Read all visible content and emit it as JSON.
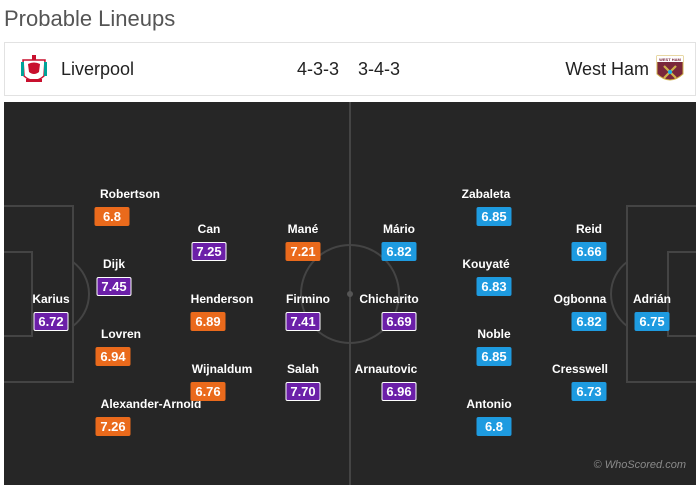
{
  "page": {
    "title": "Probable Lineups"
  },
  "home": {
    "name": "Liverpool",
    "formation": "4-3-3",
    "logo_icon": "liverpool-crest-icon",
    "players": [
      {
        "id": "karius",
        "name": "Karius",
        "rating": "6.72",
        "color": "purple"
      },
      {
        "id": "robertson",
        "name": "Robertson",
        "rating": "6.8",
        "color": "orange"
      },
      {
        "id": "dijk",
        "name": "Dijk",
        "rating": "7.45",
        "color": "purple"
      },
      {
        "id": "lovren",
        "name": "Lovren",
        "rating": "6.94",
        "color": "orange"
      },
      {
        "id": "alexander-arnold",
        "name": "Alexander-Arnold",
        "rating": "7.26",
        "color": "orange"
      },
      {
        "id": "can",
        "name": "Can",
        "rating": "7.25",
        "color": "purple"
      },
      {
        "id": "henderson",
        "name": "Henderson",
        "rating": "6.89",
        "color": "orange"
      },
      {
        "id": "wijnaldum",
        "name": "Wijnaldum",
        "rating": "6.76",
        "color": "orange"
      },
      {
        "id": "mane",
        "name": "Mané",
        "rating": "7.21",
        "color": "orange"
      },
      {
        "id": "firmino",
        "name": "Firmino",
        "rating": "7.41",
        "color": "purple"
      },
      {
        "id": "salah",
        "name": "Salah",
        "rating": "7.70",
        "color": "purple"
      }
    ]
  },
  "away": {
    "name": "West Ham",
    "formation": "3-4-3",
    "logo_icon": "west-ham-crest-icon",
    "logo_text": "WEST HAM",
    "players": [
      {
        "id": "adrian",
        "name": "Adrián",
        "rating": "6.75",
        "color": "blue"
      },
      {
        "id": "reid",
        "name": "Reid",
        "rating": "6.66",
        "color": "blue"
      },
      {
        "id": "ogbonna",
        "name": "Ogbonna",
        "rating": "6.82",
        "color": "blue"
      },
      {
        "id": "cresswell",
        "name": "Cresswell",
        "rating": "6.73",
        "color": "blue"
      },
      {
        "id": "zabaleta",
        "name": "Zabaleta",
        "rating": "6.85",
        "color": "blue"
      },
      {
        "id": "kouyate",
        "name": "Kouyaté",
        "rating": "6.83",
        "color": "blue"
      },
      {
        "id": "noble",
        "name": "Noble",
        "rating": "6.85",
        "color": "blue"
      },
      {
        "id": "antonio",
        "name": "Antonio",
        "rating": "6.8",
        "color": "blue"
      },
      {
        "id": "mario",
        "name": "Mário",
        "rating": "6.82",
        "color": "blue"
      },
      {
        "id": "chicharito",
        "name": "Chicharito",
        "rating": "6.69",
        "color": "purple"
      },
      {
        "id": "arnautovic",
        "name": "Arnautovic",
        "rating": "6.96",
        "color": "purple"
      }
    ]
  },
  "colors": {
    "orange": "#ea6a1c",
    "purple": "#6b1fa8",
    "blue": "#1e9be0",
    "pitch": "#262626"
  },
  "watermark": "© WhoScored.com"
}
